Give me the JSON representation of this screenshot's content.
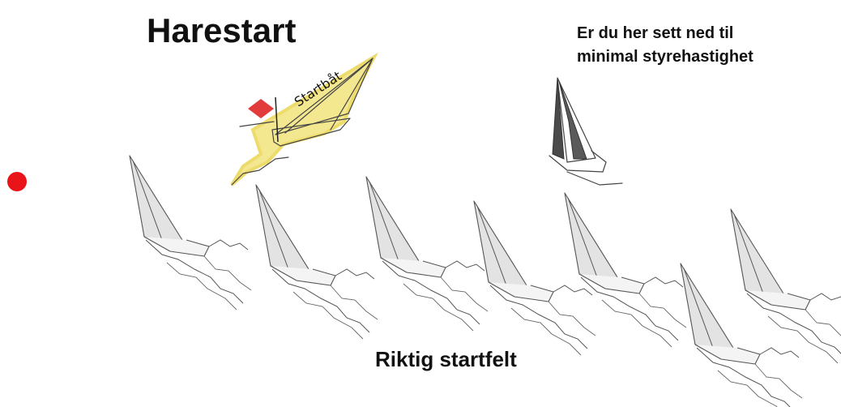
{
  "title": "Harestart",
  "note_line1": "Er du her sett ned til",
  "note_line2": "minimal styrehastighet",
  "start_boat_label": "Startbåt",
  "bottom_label": "Riktig startfelt",
  "colors": {
    "mark": "#e8141a",
    "flag": "#e23b3b",
    "highlight": "#f0df6a",
    "sail_light": "#e3e3e3",
    "sail_dark": "#4a4a4a"
  }
}
